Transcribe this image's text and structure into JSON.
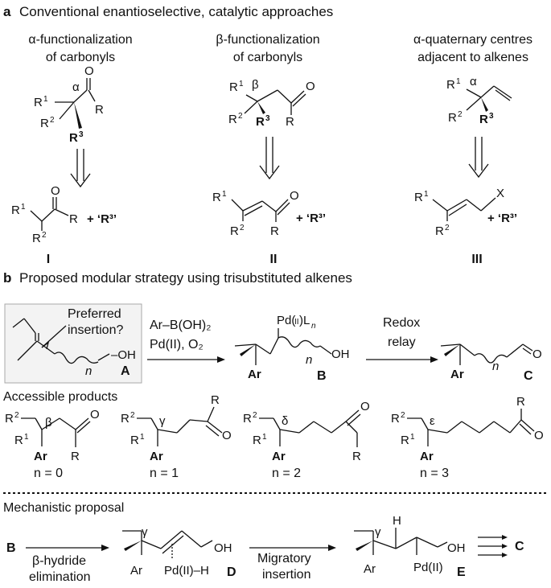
{
  "section_a": {
    "letter": "a",
    "title": "Conventional enantioselective, catalytic approaches",
    "col1": {
      "line1": "α-functionalization",
      "line2": "of carbonyls",
      "compound": "I"
    },
    "col2": {
      "line1": "β-functionalization",
      "line2": "of carbonyls",
      "compound": "II"
    },
    "col3": {
      "line1": "α-quaternary centres",
      "line2": "adjacent to alkenes",
      "compound": "III"
    },
    "reagent": "+ ‘R³’"
  },
  "section_b": {
    "letter": "b",
    "title": "Proposed modular strategy using trisubstituted alkenes",
    "insertion_q1": "Preferred",
    "insertion_q2": "insertion?",
    "step1_reagent1": "Ar–B(OH)₂",
    "step1_reagent2": "Pd(II), O₂",
    "step2_1": "Redox",
    "step2_2": "relay",
    "compound_A": "A",
    "compound_B": "B",
    "compound_C": "C",
    "accessible": "Accessible products",
    "n_values": [
      "n = 0",
      "n = 1",
      "n = 2",
      "n = 3"
    ],
    "mechanistic": "Mechanistic proposal",
    "beta_1": "β-hydride",
    "beta_2": "elimination",
    "mig_1": "Migratory",
    "mig_2": "insertion",
    "compound_D": "D",
    "compound_E": "E",
    "pdh": "Pd(II)–H",
    "pd": "Pd(II)"
  }
}
